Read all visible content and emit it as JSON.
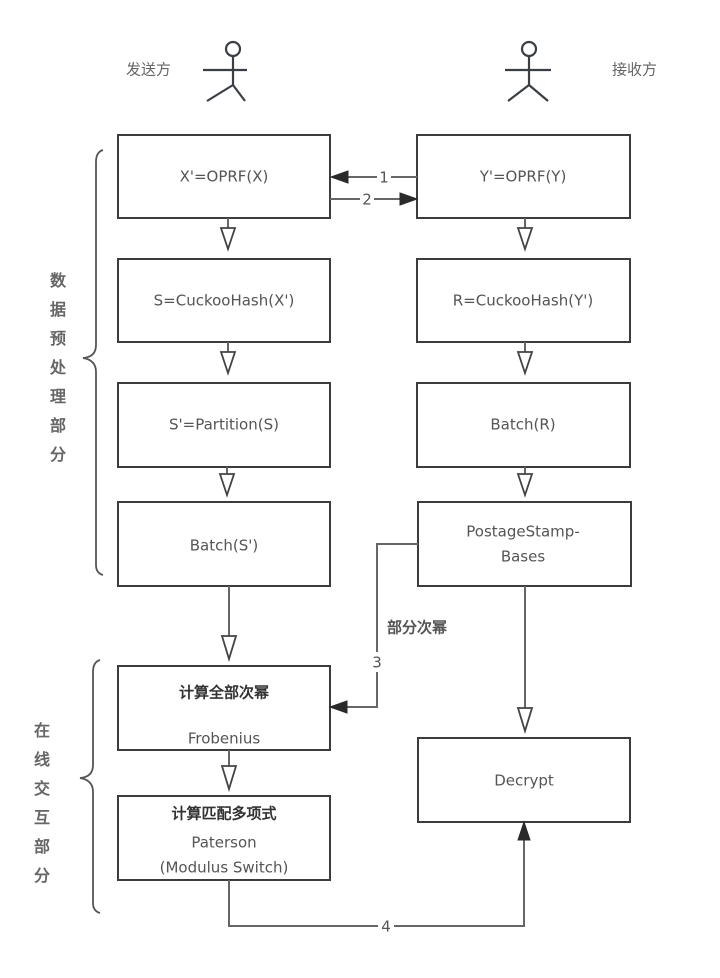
{
  "actors": {
    "sender": "发送方",
    "receiver": "接收方"
  },
  "sections": {
    "preprocessing": [
      "数",
      "据",
      "预",
      "处",
      "理",
      "部",
      "分"
    ],
    "online": [
      "在",
      "线",
      "交",
      "互",
      "部",
      "分"
    ]
  },
  "sender_boxes": {
    "oprf": "X'=OPRF(X)",
    "cuckoo": "S=CuckooHash(X')",
    "partition": "S'=Partition(S)",
    "batch": "Batch(S')",
    "all_powers_title": "计算全部次幂",
    "all_powers_sub": "Frobenius",
    "match_poly_title": "计算匹配多项式",
    "match_poly_sub1": "Paterson",
    "match_poly_sub2": "(Modulus Switch)"
  },
  "receiver_boxes": {
    "oprf": "Y'=OPRF(Y)",
    "cuckoo": "R=CuckooHash(Y')",
    "batch": "Batch(R)",
    "postage_line1": "PostageStamp-",
    "postage_line2": "Bases",
    "decrypt": "Decrypt"
  },
  "edges": {
    "e1": "1",
    "e2": "2",
    "e3": "3",
    "e3_note": "部分次幂",
    "e4": "4"
  }
}
